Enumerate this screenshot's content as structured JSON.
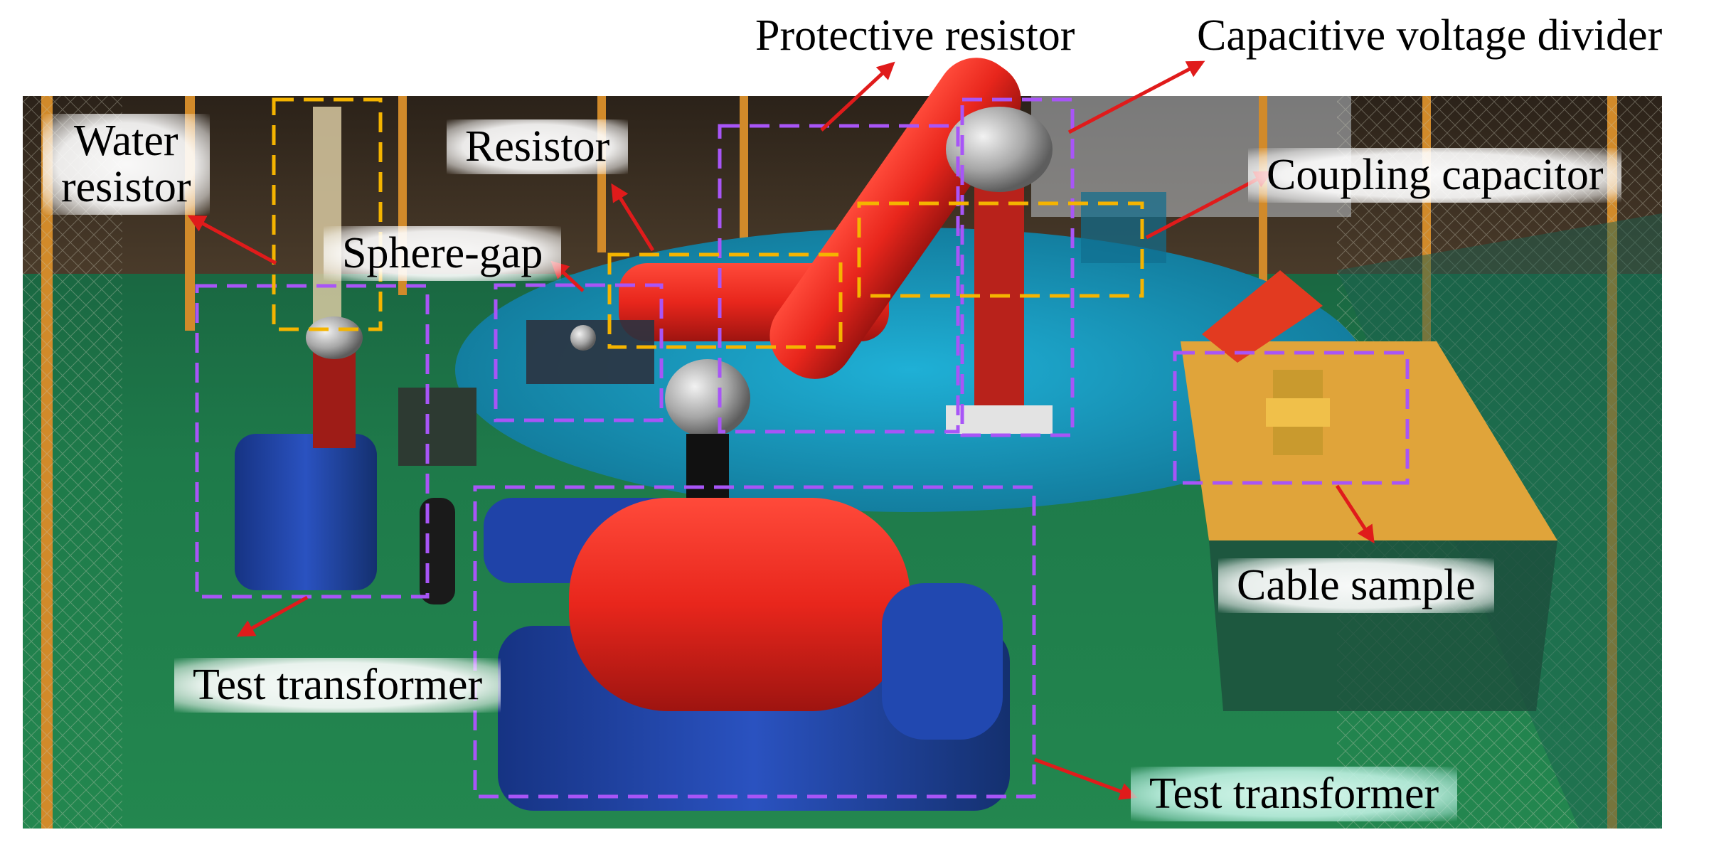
{
  "labels": {
    "protective_resistor": "Protective resistor",
    "capacitive_voltage_divider": "Capacitive voltage divider",
    "water_resistor_line1": "Water",
    "water_resistor_line2": "resistor",
    "resistor": "Resistor",
    "coupling_capacitor": "Coupling capacitor",
    "sphere_gap": "Sphere-gap",
    "cable_sample": "Cable sample",
    "test_transformer_left": "Test transformer",
    "test_transformer_bottom": "Test transformer"
  },
  "colors": {
    "purple_box": "#a855f7",
    "orange_box": "#f5b400",
    "arrow": "#e01b1b",
    "floor_green": "#1e7a4a",
    "platform_cyan": "#1fa3c9",
    "transformer_red": "#e8261c",
    "transformer_blue": "#1f43a8",
    "cable_table": "#d99a2b"
  }
}
